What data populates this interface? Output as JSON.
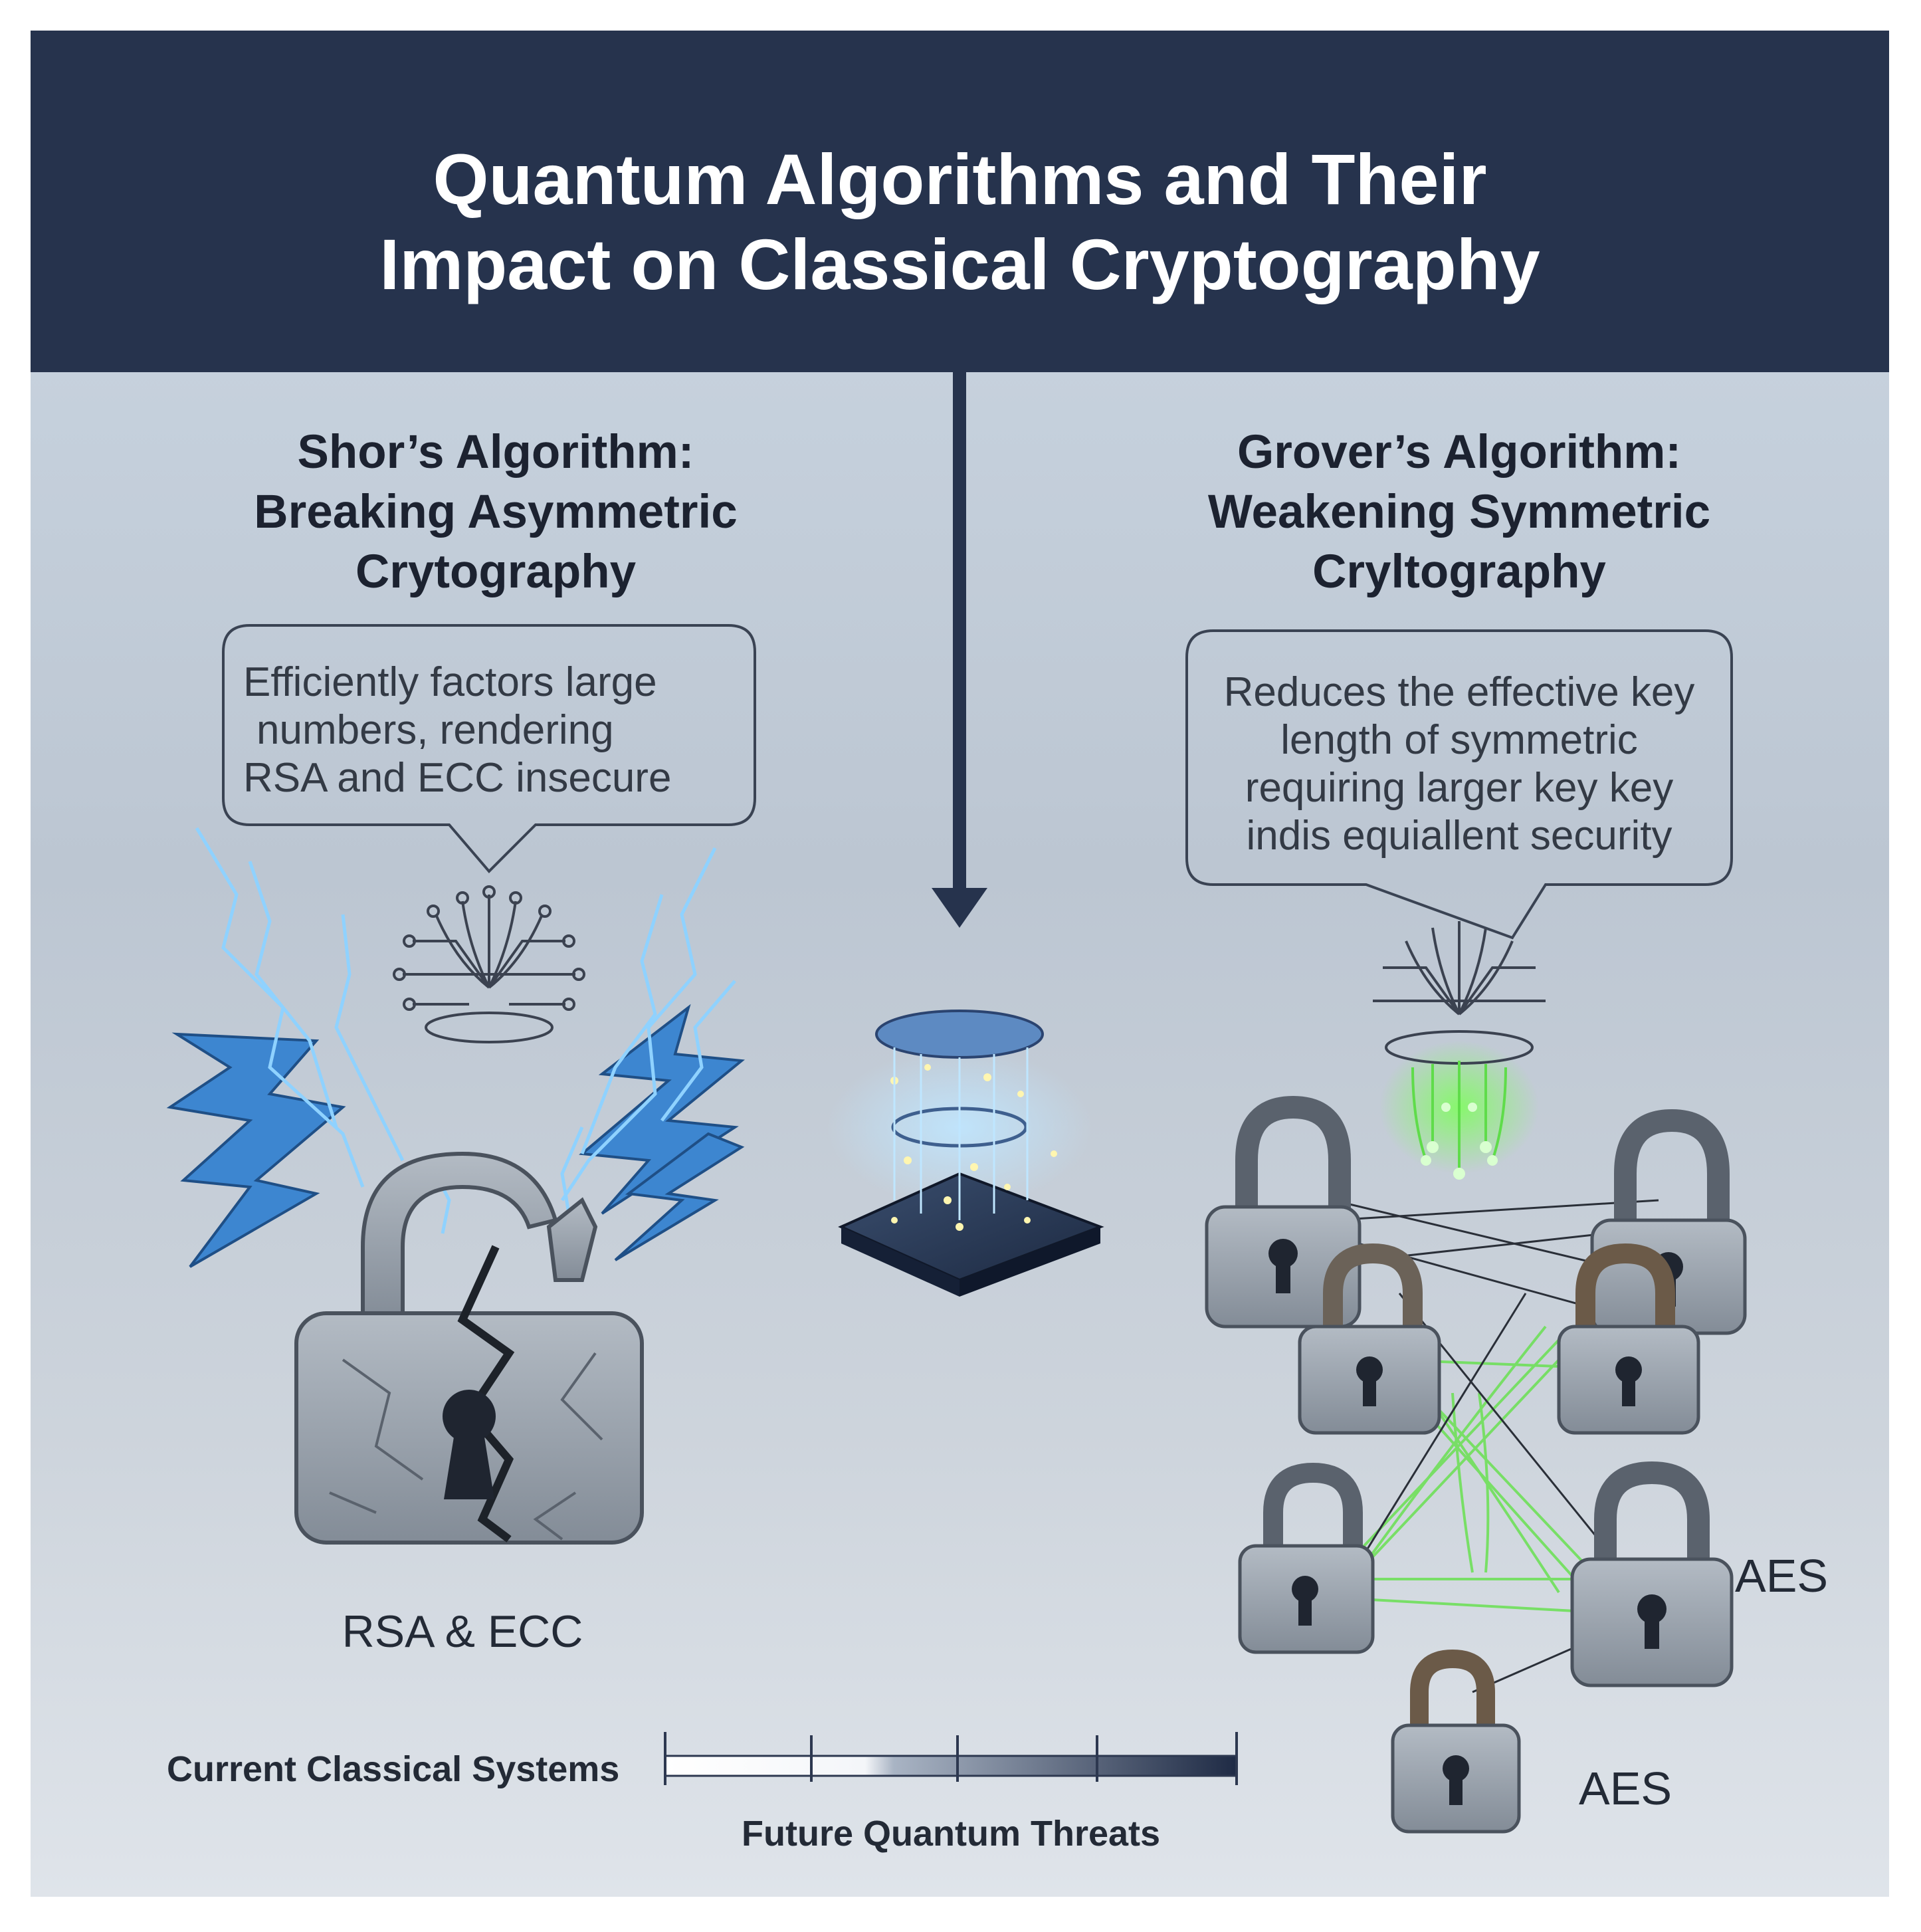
{
  "title": {
    "line1": "Quantum Algorithms and Their",
    "line2": "Impact on Classical Cryptography"
  },
  "left": {
    "heading": {
      "line1": "Shor’s Algorithm:",
      "line2": "Breaking Asymmetric",
      "line3": "Crytography"
    },
    "bubble": {
      "line1": "Efficiently factors large",
      "line2": "numbers, rendering",
      "line3": "RSA and ECC insecure"
    },
    "lock_label": "RSA & ECC"
  },
  "right": {
    "heading": {
      "line1": "Grover’s Algorithm:",
      "line2": "Weakening Symmetric",
      "line3": "Cryltography"
    },
    "bubble": {
      "line1": "Reduces the effective key",
      "line2": "length of symmetric",
      "line3": "requiring larger key key",
      "line4": "indis equiallent security"
    },
    "aes_label_1": "AES",
    "aes_label_2": "AES"
  },
  "timeline": {
    "left_label": "Current Classical Systems",
    "bottom_label": "Future Quantum Threats"
  },
  "colors": {
    "banner": "#26334d",
    "lightning": "#3f8fd8",
    "grover_glow": "#5fdc4a",
    "lock": "#9aa3ad"
  },
  "icons": {
    "center": "quantum-processor-icon",
    "left_chip": "circuit-chip-icon",
    "right_chip": "circuit-chip-icon"
  }
}
